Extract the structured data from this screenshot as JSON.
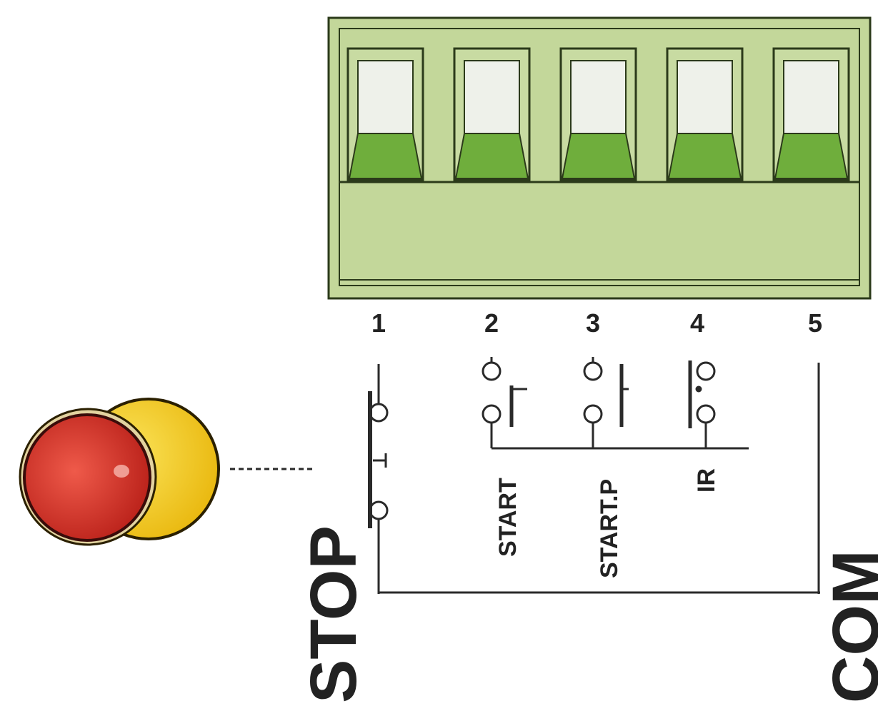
{
  "terminal_block": {
    "terminals": [
      {
        "number": "1"
      },
      {
        "number": "2"
      },
      {
        "number": "3"
      },
      {
        "number": "4"
      },
      {
        "number": "5"
      }
    ],
    "colors": {
      "body": "#c3d79a",
      "outline": "#2b3a1a",
      "slot_face": "#eef1ea",
      "slot_green": "#6fae3c"
    }
  },
  "wiring": {
    "stop_label": "STOP",
    "com_label": "COM",
    "contacts": [
      {
        "label": "START"
      },
      {
        "label": "START.P"
      },
      {
        "label": "IR"
      }
    ]
  },
  "stop_button": {
    "cap_color": "#d9302a",
    "ring_color": "#f2cd1e"
  }
}
